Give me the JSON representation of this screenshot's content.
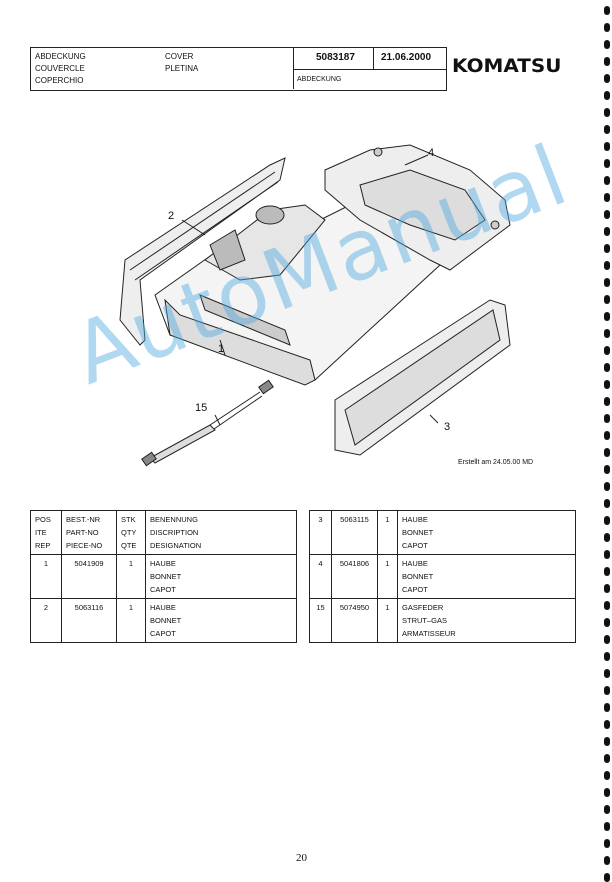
{
  "header": {
    "name_de": "ABDECKUNG",
    "name_fr": "COUVERCLE",
    "name_it": "COPERCHIO",
    "name_en": "COVER",
    "name_es": "PLETINA",
    "part_number": "5083187",
    "date": "21.06.2000",
    "subtitle": "ABDECKUNG"
  },
  "brand": "KOMATSU",
  "diagram": {
    "callouts": [
      "1",
      "2",
      "3",
      "4",
      "15"
    ],
    "created_note": "Erstellt am 24.05.00 MD"
  },
  "watermark": "AutoManual",
  "table_headers": {
    "pos": [
      "POS",
      "ITE",
      "REP"
    ],
    "part": [
      "BEST.-NR",
      "PART-NO",
      "PIECE-NO"
    ],
    "qty": [
      "STK",
      "QTY",
      "QTE"
    ],
    "name": [
      "BENENNUNG",
      "DISCRIPTION",
      "DESIGNATION"
    ]
  },
  "parts_left": [
    {
      "pos": "1",
      "part_no": "5041909",
      "qty": "1",
      "names": [
        "HAUBE",
        "BONNET",
        "CAPOT"
      ]
    },
    {
      "pos": "2",
      "part_no": "5063116",
      "qty": "1",
      "names": [
        "HAUBE",
        "BONNET",
        "CAPOT"
      ]
    }
  ],
  "parts_right": [
    {
      "pos": "3",
      "part_no": "5063115",
      "qty": "1",
      "names": [
        "HAUBE",
        "BONNET",
        "CAPOT"
      ]
    },
    {
      "pos": "4",
      "part_no": "5041806",
      "qty": "1",
      "names": [
        "HAUBE",
        "BONNET",
        "CAPOT"
      ]
    },
    {
      "pos": "15",
      "part_no": "5074950",
      "qty": "1",
      "names": [
        "GASFEDER",
        "STRUT–GAS",
        "ARMATISSEUR"
      ]
    }
  ],
  "page_number": "20"
}
